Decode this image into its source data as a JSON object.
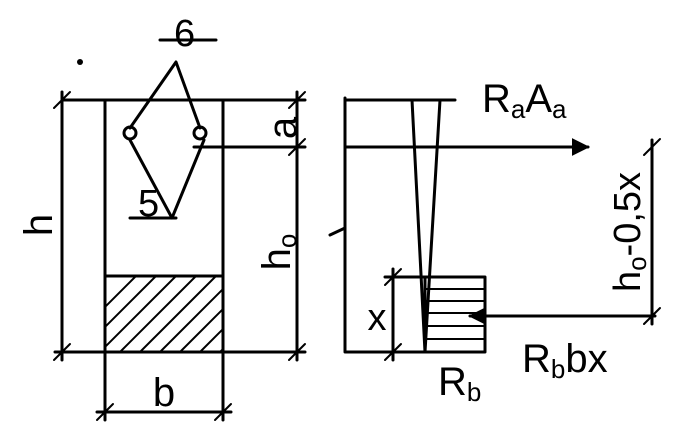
{
  "labels": {
    "rebar_mark": "6",
    "stirrup_mark": "5",
    "height": "h",
    "cover": "a",
    "effective_depth": "h",
    "effective_depth_sub": "o",
    "width": "b",
    "compression_depth": "x",
    "steel_force": "R",
    "steel_force_sub1": "a",
    "steel_force_mid": "A",
    "steel_force_sub2": "a",
    "lever_arm": "h",
    "lever_arm_sub": "o",
    "lever_arm_rest": "-0,5x",
    "concrete_resultant": "R",
    "concrete_resultant_sub": "b",
    "concrete_resultant_rest": "bx",
    "concrete_stress": "R",
    "concrete_stress_sub": "b"
  }
}
